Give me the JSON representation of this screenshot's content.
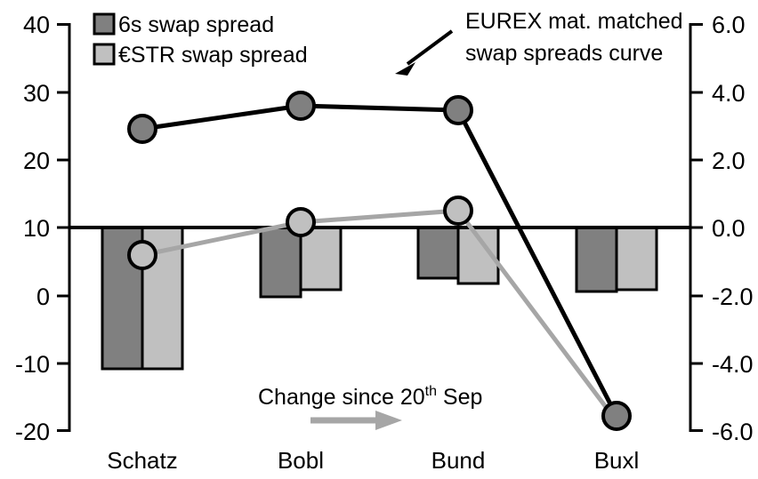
{
  "chart_data": {
    "type": "bar",
    "title": "",
    "categories": [
      "Schatz",
      "Bobl",
      "Bund",
      "Buxl"
    ],
    "series": [
      {
        "name": "6s swap spread",
        "type": "bar",
        "axis": "right",
        "color": "#808080",
        "values": [
          -4.05,
          -1.97,
          -1.43,
          -1.81
        ]
      },
      {
        "name": "€STR swap spread",
        "type": "bar",
        "axis": "right",
        "color": "#c0c0c0",
        "values": [
          -4.05,
          -1.79,
          -1.6,
          -1.76
        ]
      },
      {
        "name": "EUREX mat. matched swap spreads curve",
        "type": "line",
        "axis": "left",
        "color": "#000000",
        "marker_fill": "#808080",
        "values": [
          24.5,
          27.9,
          27.3,
          -18.1
        ]
      },
      {
        "name": "Change since 20th Sep",
        "type": "line",
        "axis": "right",
        "color": "#a6a6a6",
        "marker_fill": "#c0c0c0",
        "values": [
          -0.8,
          0.06,
          0.35,
          -6.05
        ]
      }
    ],
    "left_axis": {
      "ticks": [
        "40",
        "30",
        "20",
        "10",
        "0",
        "-10",
        "-20"
      ],
      "ylim": [
        -20,
        40
      ],
      "zero_ref": 10
    },
    "right_axis": {
      "ticks": [
        "6.0",
        "4.0",
        "2.0",
        "0.0",
        "-2.0",
        "-4.0",
        "-6.0"
      ],
      "ylim": [
        -6,
        6
      ]
    },
    "grid": false,
    "legend_position": "top-left"
  },
  "legend": {
    "items": [
      {
        "label": "6s swap spread",
        "swatch": "#808080"
      },
      {
        "label": "€STR swap spread",
        "swatch": "#c0c0c0"
      }
    ]
  },
  "annotations": {
    "curve_note": {
      "line1": "EUREX mat. matched",
      "line2": "swap spreads curve"
    },
    "change_note": {
      "prefix": "Change since 20",
      "sup": "th",
      "suffix": " Sep"
    }
  },
  "axes": {
    "left": {
      "labels": [
        "40",
        "30",
        "20",
        "10",
        "0",
        "-10",
        "-20"
      ]
    },
    "right": {
      "labels": [
        "6.0",
        "4.0",
        "2.0",
        "0.0",
        "-2.0",
        "-4.0",
        "-6.0"
      ]
    },
    "categories": [
      "Schatz",
      "Bobl",
      "Bund",
      "Buxl"
    ]
  }
}
